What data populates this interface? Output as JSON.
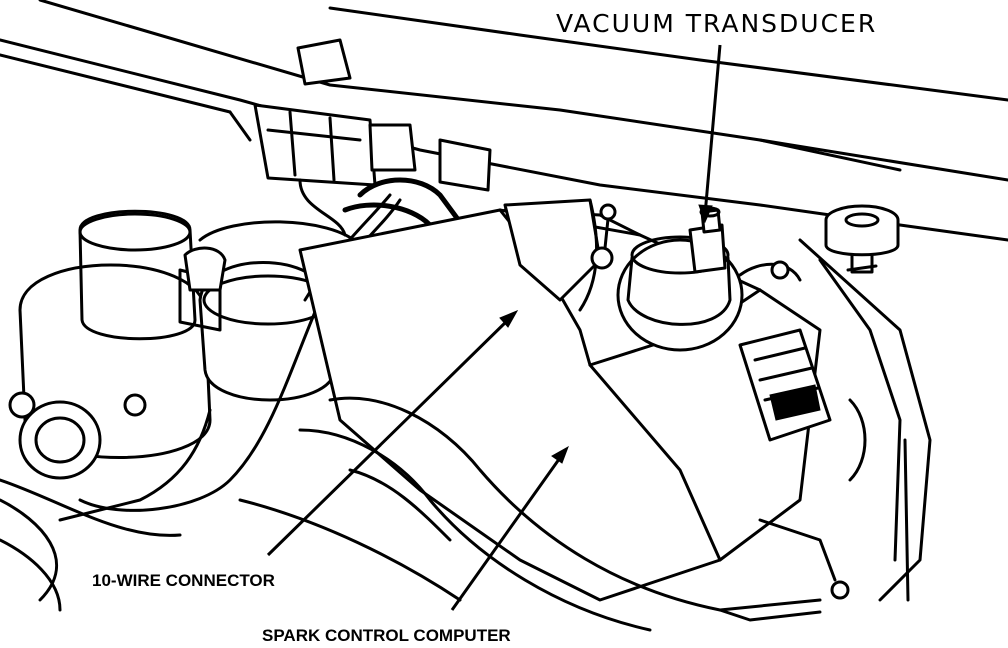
{
  "labels": {
    "vacuum_transducer": "VACUUM TRANSDUCER",
    "ten_wire_connector": "10-WIRE CONNECTOR",
    "spark_control_computer": "SPARK CONTROL COMPUTER"
  },
  "colors": {
    "ink": "#000000",
    "paper": "#ffffff"
  }
}
